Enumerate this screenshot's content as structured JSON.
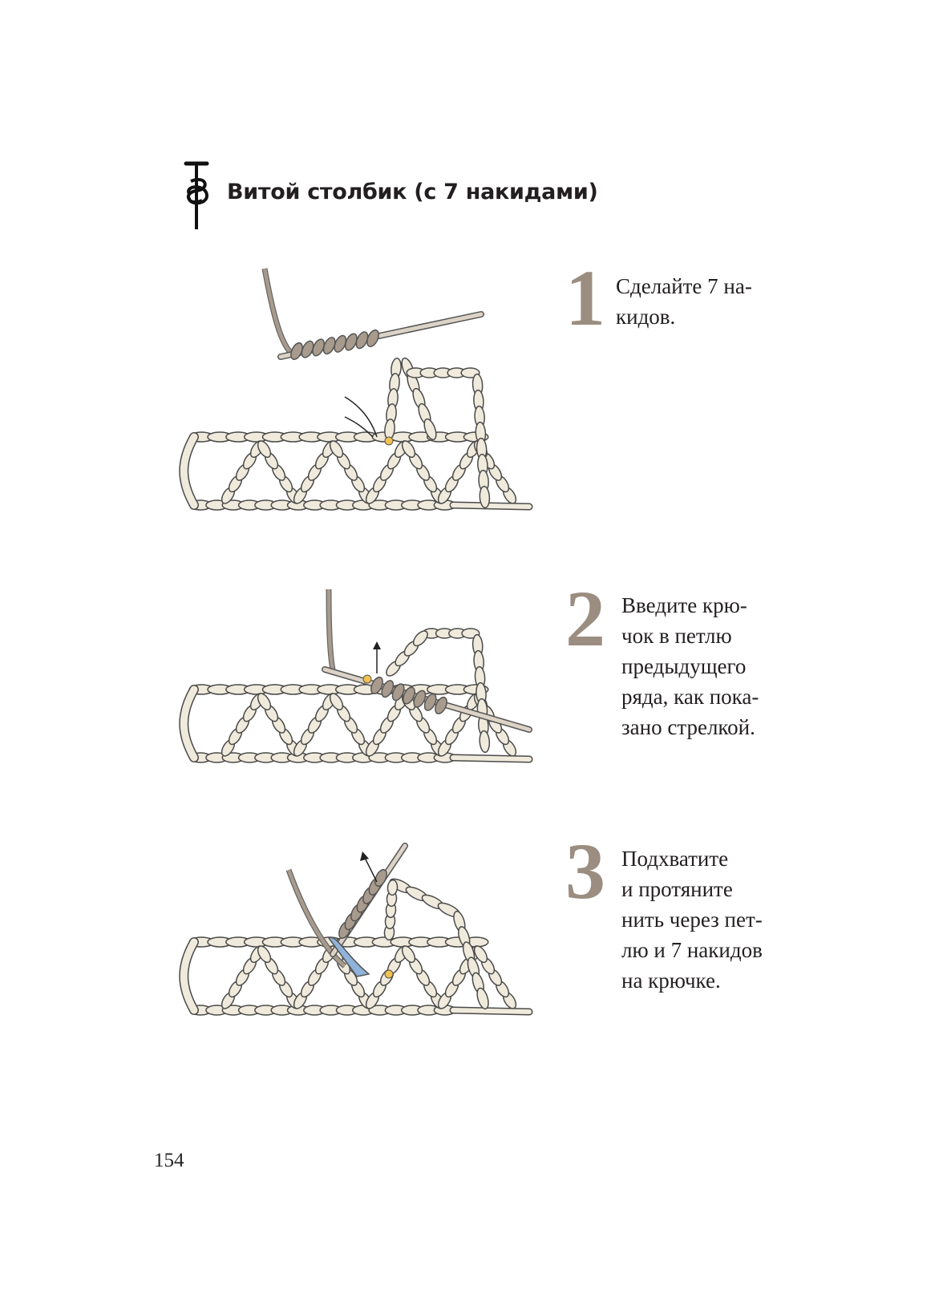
{
  "header": {
    "symbol_icon": "twisted-stitch-7-yarn-overs-symbol",
    "title": "Витой столбик (с 7 накидами)"
  },
  "steps": [
    {
      "number": "1",
      "text": "Сделайте 7 на-\nкидов."
    },
    {
      "number": "2",
      "text": "Введите крю-\nчок в петлю\nпредыдущего\nряда, как пока-\nзано стрелкой."
    },
    {
      "number": "3",
      "text": "Подхватите\nи протяните\nнить через пет-\nлю и 7 накидов\nна крючке."
    }
  ],
  "page_number": "154",
  "colors": {
    "step_number": "#9b8d80",
    "yarn": "#efeadb",
    "thread": "#a89b8d",
    "hook": "#dcd3c6",
    "marker": "#f2c14e",
    "hook_tip": "#8fb3d9"
  }
}
